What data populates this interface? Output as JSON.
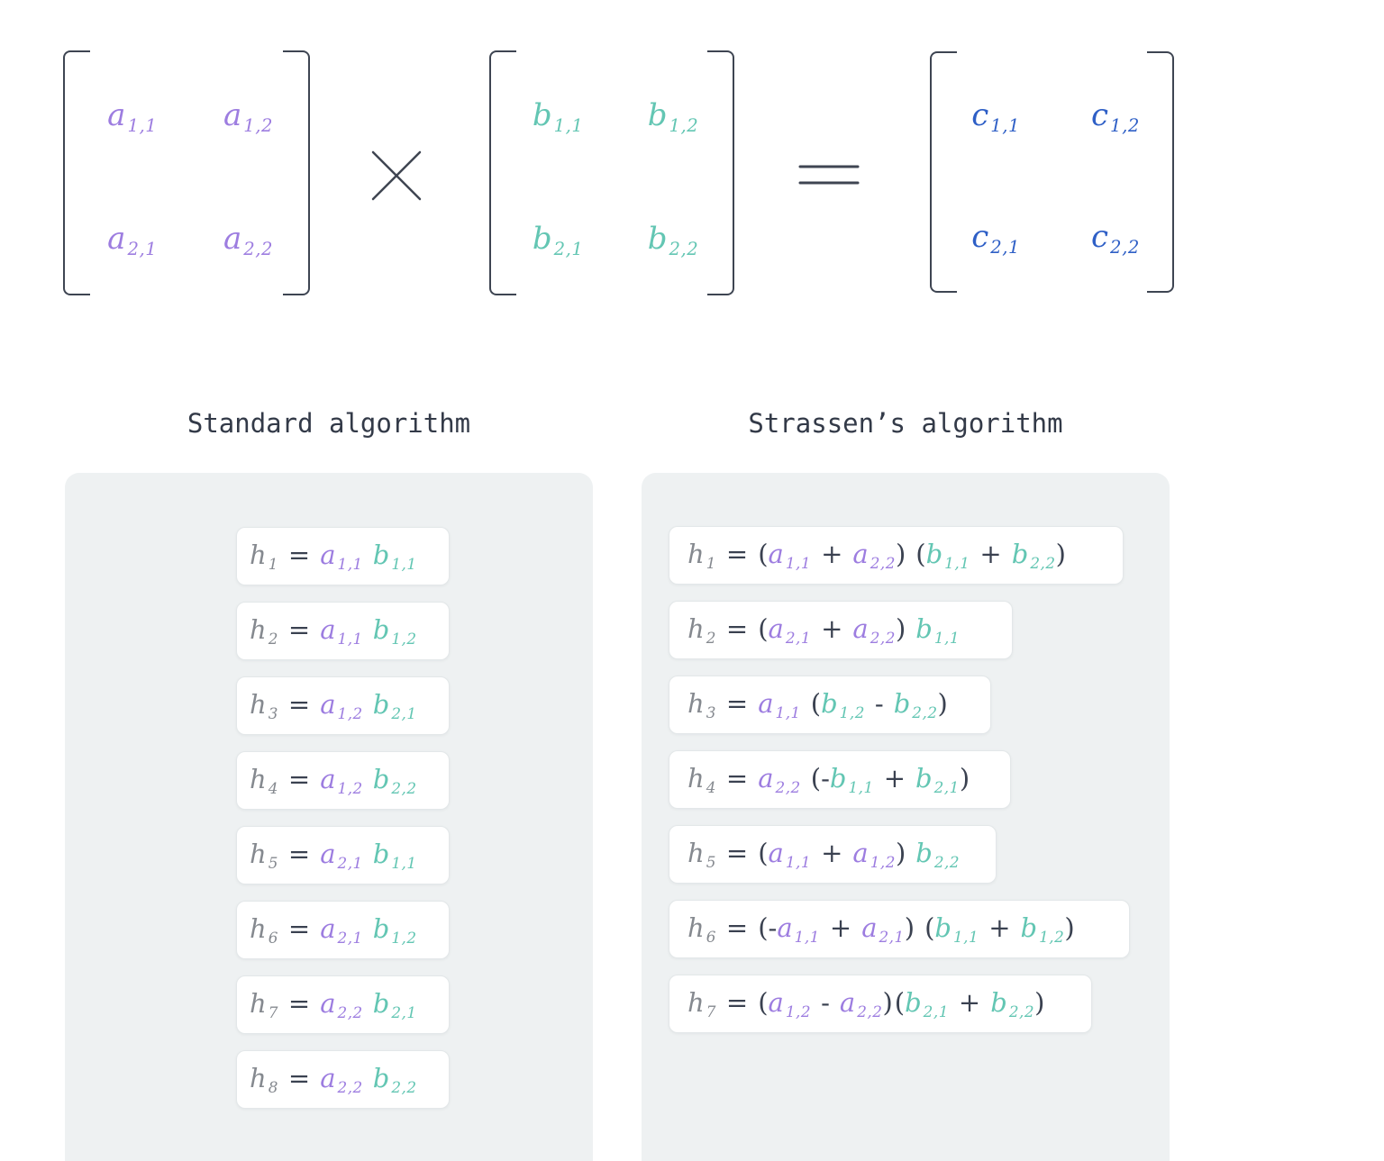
{
  "equation": {
    "matrix_a": {
      "cells": [
        {
          "t": "a",
          "sub": "1,1"
        },
        {
          "t": "a",
          "sub": "1,2"
        },
        {
          "t": "a",
          "sub": "2,1"
        },
        {
          "t": "a",
          "sub": "2,2"
        }
      ]
    },
    "matrix_b": {
      "cells": [
        {
          "t": "b",
          "sub": "1,1"
        },
        {
          "t": "b",
          "sub": "1,2"
        },
        {
          "t": "b",
          "sub": "2,1"
        },
        {
          "t": "b",
          "sub": "2,2"
        }
      ]
    },
    "matrix_c": {
      "cells": [
        {
          "t": "c",
          "sub": "1,1"
        },
        {
          "t": "c",
          "sub": "1,2"
        },
        {
          "t": "c",
          "sub": "2,1"
        },
        {
          "t": "c",
          "sub": "2,2"
        }
      ]
    },
    "times_operator": "×",
    "equals_operator": "="
  },
  "columns": {
    "standard": {
      "title": "Standard algorithm",
      "rows": [
        {
          "tokens": [
            {
              "t": "h",
              "sub": "1"
            },
            {
              "t": "="
            },
            {
              "t": "a",
              "sub": "1,1"
            },
            {
              "t": "b",
              "sub": "1,1"
            }
          ]
        },
        {
          "tokens": [
            {
              "t": "h",
              "sub": "2"
            },
            {
              "t": "="
            },
            {
              "t": "a",
              "sub": "1,1"
            },
            {
              "t": "b",
              "sub": "1,2"
            }
          ]
        },
        {
          "tokens": [
            {
              "t": "h",
              "sub": "3"
            },
            {
              "t": "="
            },
            {
              "t": "a",
              "sub": "1,2"
            },
            {
              "t": "b",
              "sub": "2,1"
            }
          ]
        },
        {
          "tokens": [
            {
              "t": "h",
              "sub": "4"
            },
            {
              "t": "="
            },
            {
              "t": "a",
              "sub": "1,2"
            },
            {
              "t": "b",
              "sub": "2,2"
            }
          ]
        },
        {
          "tokens": [
            {
              "t": "h",
              "sub": "5"
            },
            {
              "t": "="
            },
            {
              "t": "a",
              "sub": "2,1"
            },
            {
              "t": "b",
              "sub": "1,1"
            }
          ]
        },
        {
          "tokens": [
            {
              "t": "h",
              "sub": "6"
            },
            {
              "t": "="
            },
            {
              "t": "a",
              "sub": "2,1"
            },
            {
              "t": "b",
              "sub": "1,2"
            }
          ]
        },
        {
          "tokens": [
            {
              "t": "h",
              "sub": "7"
            },
            {
              "t": "="
            },
            {
              "t": "a",
              "sub": "2,2"
            },
            {
              "t": "b",
              "sub": "2,1"
            }
          ]
        },
        {
          "tokens": [
            {
              "t": "h",
              "sub": "8"
            },
            {
              "t": "="
            },
            {
              "t": "a",
              "sub": "2,2"
            },
            {
              "t": "b",
              "sub": "2,2"
            }
          ]
        }
      ]
    },
    "strassen": {
      "title": "Strassen’s algorithm",
      "rows": [
        {
          "tokens": [
            {
              "t": "h",
              "sub": "1"
            },
            {
              "t": "="
            },
            {
              "pre": "(",
              "t": "a",
              "sub": "1,1"
            },
            {
              "t": "+"
            },
            {
              "t": "a",
              "sub": "2,2",
              "post": ")"
            },
            {
              "pre": "(",
              "t": "b",
              "sub": "1,1"
            },
            {
              "t": "+"
            },
            {
              "t": "b",
              "sub": "2,2",
              "post": ")"
            }
          ]
        },
        {
          "tokens": [
            {
              "t": "h",
              "sub": "2"
            },
            {
              "t": "="
            },
            {
              "pre": "(",
              "t": "a",
              "sub": "2,1"
            },
            {
              "t": "+"
            },
            {
              "t": "a",
              "sub": "2,2",
              "post": ")"
            },
            {
              "t": "b",
              "sub": "1,1"
            }
          ]
        },
        {
          "tokens": [
            {
              "t": "h",
              "sub": "3"
            },
            {
              "t": "="
            },
            {
              "t": "a",
              "sub": "1,1"
            },
            {
              "pre": "(",
              "t": "b",
              "sub": "1,2"
            },
            {
              "t": "-"
            },
            {
              "t": "b",
              "sub": "2,2",
              "post": ")"
            }
          ]
        },
        {
          "tokens": [
            {
              "t": "h",
              "sub": "4"
            },
            {
              "t": "="
            },
            {
              "t": "a",
              "sub": "2,2"
            },
            {
              "pre": "(-",
              "t": "b",
              "sub": "1,1"
            },
            {
              "t": "+"
            },
            {
              "t": "b",
              "sub": "2,1",
              "post": ")"
            }
          ]
        },
        {
          "tokens": [
            {
              "t": "h",
              "sub": "5"
            },
            {
              "t": "="
            },
            {
              "pre": "(",
              "t": "a",
              "sub": "1,1"
            },
            {
              "t": "+"
            },
            {
              "t": "a",
              "sub": "1,2",
              "post": ")"
            },
            {
              "t": "b",
              "sub": "2,2"
            }
          ]
        },
        {
          "tokens": [
            {
              "t": "h",
              "sub": "6"
            },
            {
              "t": "="
            },
            {
              "pre": "(-",
              "t": "a",
              "sub": "1,1"
            },
            {
              "t": "+"
            },
            {
              "t": "a",
              "sub": "2,1",
              "post": ")"
            },
            {
              "pre": "(",
              "t": "b",
              "sub": "1,1"
            },
            {
              "t": "+"
            },
            {
              "t": "b",
              "sub": "1,2",
              "post": ")"
            }
          ]
        },
        {
          "tokens": [
            {
              "t": "h",
              "sub": "7"
            },
            {
              "t": "="
            },
            {
              "pre": "(",
              "t": "a",
              "sub": "1,2"
            },
            {
              "t": "-"
            },
            {
              "t": "a",
              "sub": "2,2",
              "post": ")"
            },
            {
              "pre": "(",
              "t": "b",
              "sub": "2,1",
              "tight": true
            },
            {
              "t": "+"
            },
            {
              "t": "b",
              "sub": "2,2",
              "post": ")"
            }
          ]
        }
      ]
    }
  },
  "colors": {
    "a_purple": "#9d7de0",
    "b_teal": "#63c6b3",
    "c_blue": "#2e5fc6",
    "h_gray": "#85898f",
    "ink": "#3a4150",
    "panel_bg": "#eef1f2"
  }
}
